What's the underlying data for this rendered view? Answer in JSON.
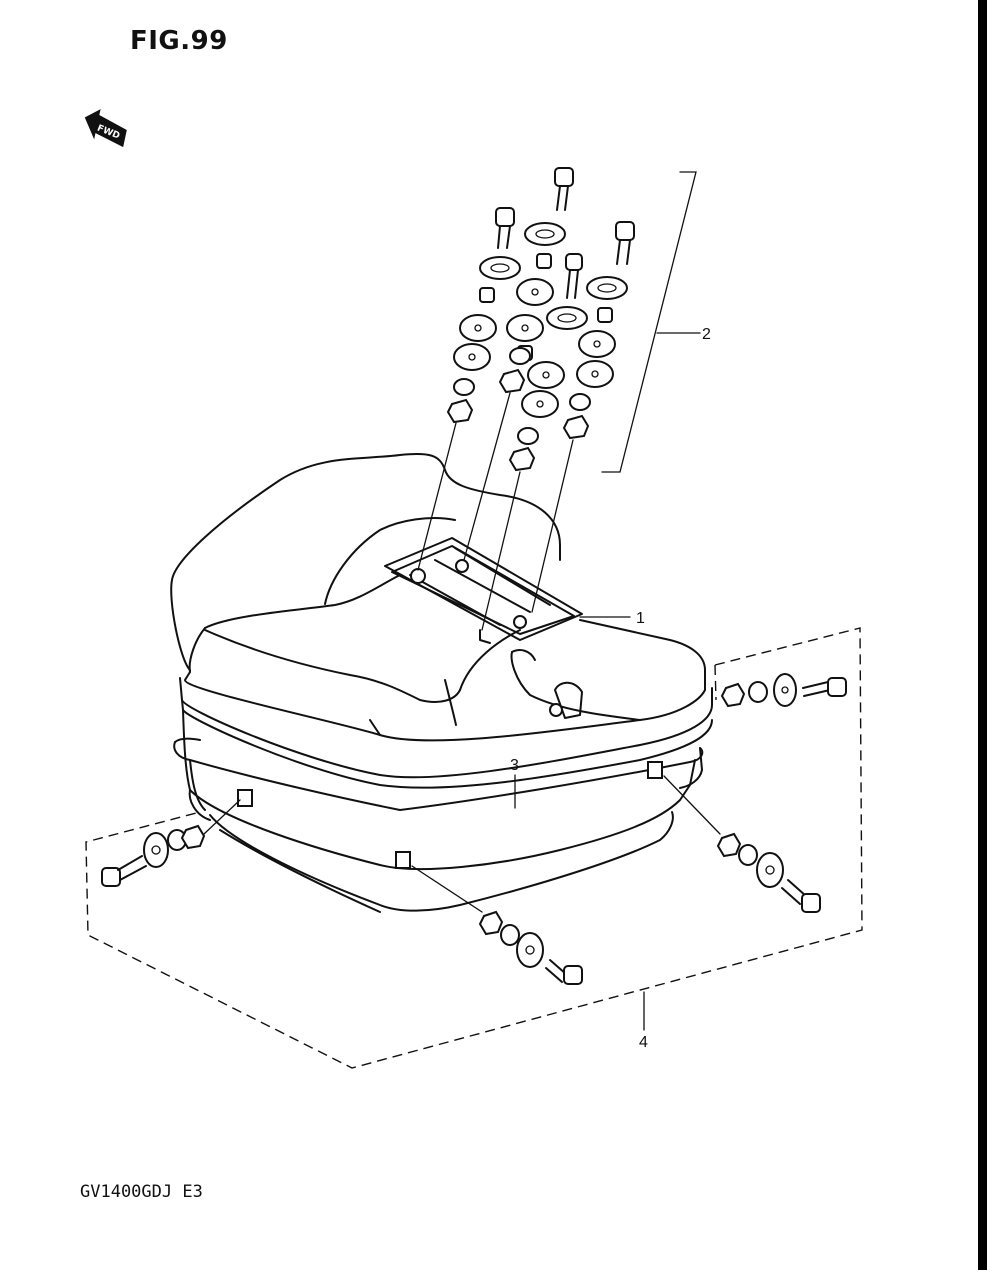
{
  "figure": {
    "title": "FIG.99",
    "model_code": "GV1400GDJ E3",
    "direction_marker": {
      "label": "FWD",
      "icon": "forward-arrow-icon"
    }
  },
  "callouts": [
    {
      "number": "1"
    },
    {
      "number": "2"
    },
    {
      "number": "3"
    },
    {
      "number": "4"
    }
  ],
  "colors": {
    "line": "#111111",
    "background": "#ffffff"
  }
}
